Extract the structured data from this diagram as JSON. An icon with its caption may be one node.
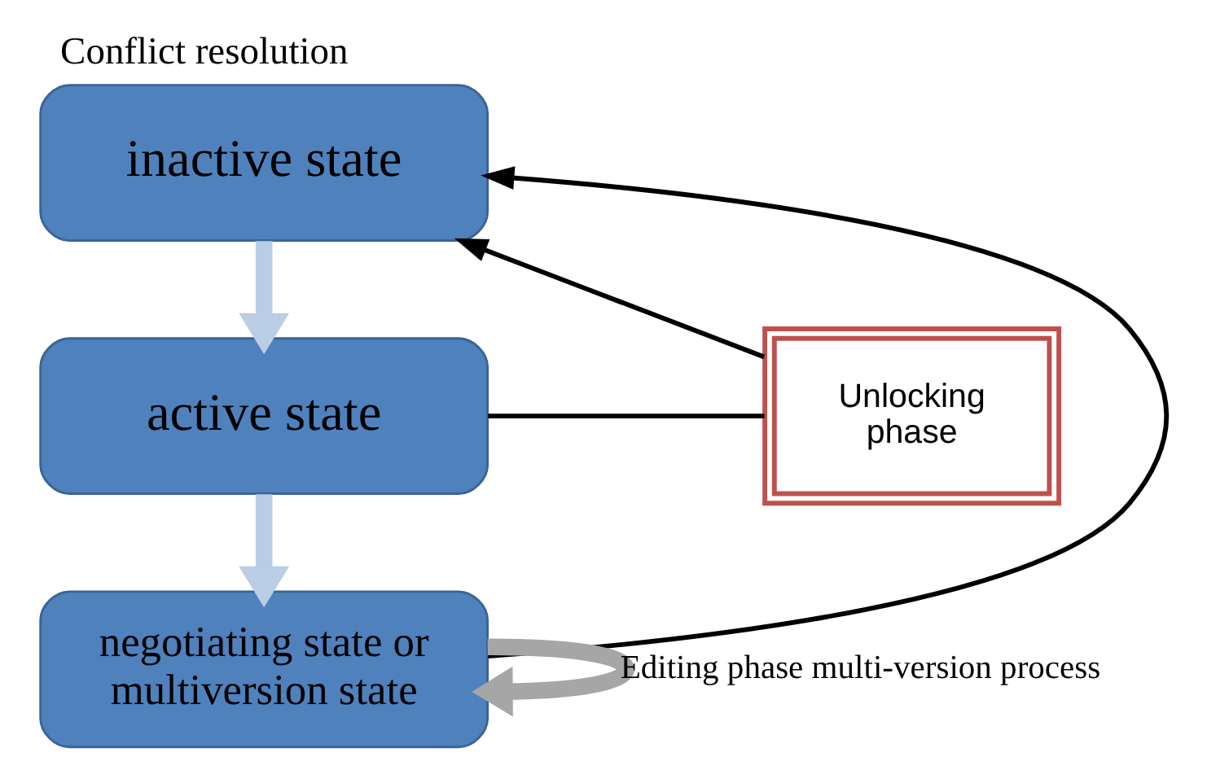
{
  "diagram": {
    "title": "Conflict resolution",
    "nodes": [
      {
        "text": [
          "inactive state"
        ]
      },
      {
        "text": [
          "active state"
        ]
      },
      {
        "text": [
          "negotiating state or multiversion state"
        ]
      },
      {
        "text": [
          "Unlocking phase"
        ]
      }
    ],
    "edges": [
      {
        "from": 0,
        "to": 1,
        "arrow": "to",
        "style": "thick",
        "color": "#b9cde5"
      },
      {
        "from": 1,
        "to": 2,
        "arrow": "to",
        "style": "thick",
        "color": "#b9cde5"
      },
      {
        "from": 2,
        "to": 0,
        "arrow": "to"
      },
      {
        "from": 1,
        "to": 3,
        "arrow": "none"
      },
      {
        "from": 3,
        "to": 0,
        "arrow": "to"
      },
      {
        "from": 2,
        "to": 2,
        "arrow": "to",
        "label": "Editing phase multi-version process",
        "style": "thick",
        "color": "#a6a6a6"
      }
    ]
  }
}
